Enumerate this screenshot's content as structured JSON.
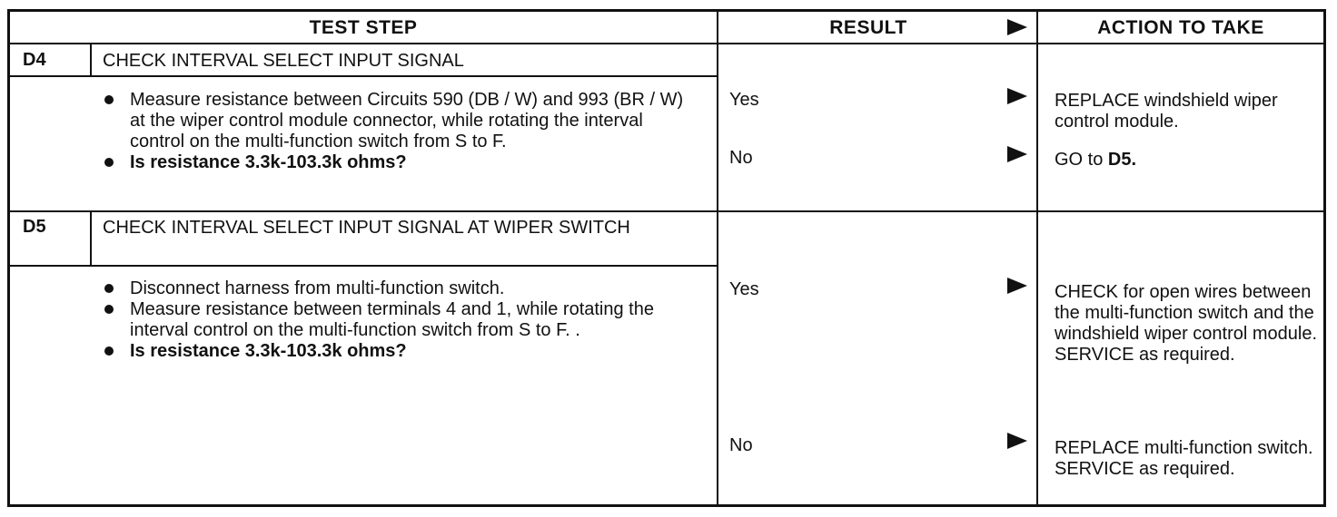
{
  "header": {
    "test_step": "TEST STEP",
    "result": "RESULT",
    "action": "ACTION TO TAKE"
  },
  "steps": [
    {
      "id": "D4",
      "title": "CHECK INTERVAL SELECT INPUT SIGNAL",
      "bullets": [
        "Measure resistance between Circuits 590 (DB / W) and 993 (BR / W) at the wiper control module connector, while rotating the interval control on the multi-function switch from S to F.",
        "Is resistance 3.3k-103.3k ohms?"
      ],
      "results": [
        {
          "label": "Yes",
          "action": "REPLACE windshield wiper control module."
        },
        {
          "label": "No",
          "action_prefix": "GO to ",
          "action_ref": "D5."
        }
      ]
    },
    {
      "id": "D5",
      "title": "CHECK INTERVAL SELECT INPUT SIGNAL AT WIPER SWITCH",
      "bullets": [
        "Disconnect harness from multi-function switch.",
        "Measure resistance between terminals 4 and 1, while rotating the interval control on the multi-function switch from S to F. .",
        "Is resistance 3.3k-103.3k ohms?"
      ],
      "results": [
        {
          "label": "Yes",
          "action": "CHECK for open wires between the multi-function switch and the windshield wiper control module. SERVICE as required."
        },
        {
          "label": "No",
          "action": "REPLACE multi-function switch. SERVICE as required."
        }
      ]
    }
  ]
}
